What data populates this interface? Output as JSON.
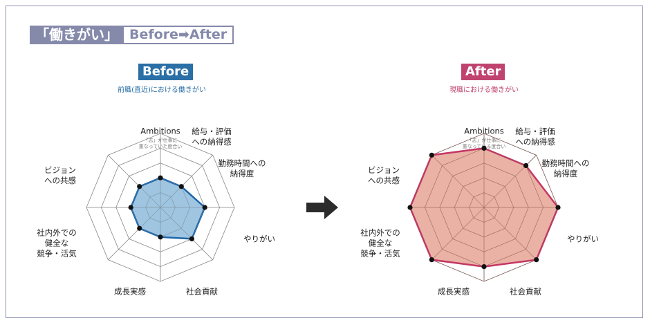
{
  "header": {
    "title_main": "「働きがい」",
    "title_sub": "Before➡After"
  },
  "center_arrow_icon": "right-arrow-icon",
  "chart_data": [
    {
      "type": "radar",
      "badge": "Before",
      "caption": "前職(直近)における働きがい",
      "axes": [
        "Ambitions",
        "給与・評価\nへの納得感",
        "勤務時間への\n納得度",
        "やりがい",
        "社会貢献",
        "成長実感",
        "社内外での\n健全な\n競争・活気",
        "ビジョン\nへの共感"
      ],
      "axis_note": "「志」が仕事に\n重なっていた度合い",
      "levels": 5,
      "values": [
        2,
        2,
        3,
        3,
        2,
        2,
        2,
        2
      ],
      "range": [
        0,
        5
      ],
      "colors": {
        "badge": "#2a6fa6",
        "caption": "#2a6fa6",
        "fill": "#7fb2d6",
        "stroke": "#1d66a9",
        "point": "#111111",
        "grid": "#8c8c8c"
      }
    },
    {
      "type": "radar",
      "badge": "After",
      "caption": "現職における働きがい",
      "axes": [
        "Ambitions",
        "給与・評価\nへの納得感",
        "勤務時間への\n納得度",
        "やりがい",
        "社会貢献",
        "成長実感",
        "社内外での\n健全な\n競争・活気",
        "ビジョン\nへの共感"
      ],
      "axis_note": "「志」が仕事に\n重なっている度合い",
      "levels": 5,
      "values": [
        4,
        4,
        5,
        5,
        4,
        5,
        5,
        5
      ],
      "range": [
        0,
        5
      ],
      "colors": {
        "badge": "#c0436f",
        "caption": "#c0436f",
        "fill": "#e29886",
        "stroke": "#c43764",
        "point": "#111111",
        "grid": "#7a5a55"
      }
    }
  ]
}
